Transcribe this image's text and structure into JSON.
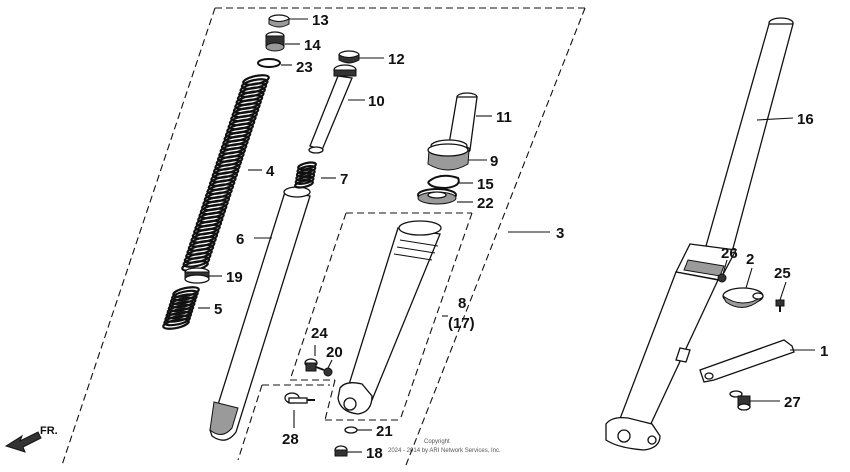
{
  "callouts": {
    "c1": "1",
    "c2": "2",
    "c3": "3",
    "c4": "4",
    "c5": "5",
    "c6": "6",
    "c7": "7",
    "c8": "8",
    "c8b": "(17)",
    "c9": "9",
    "c10": "10",
    "c11": "11",
    "c12": "12",
    "c13": "13",
    "c14": "14",
    "c15": "15",
    "c16": "16",
    "c18": "18",
    "c19": "19",
    "c20": "20",
    "c21": "21",
    "c22": "22",
    "c23": "23",
    "c24": "24",
    "c25": "25",
    "c26": "26",
    "c27": "27",
    "c28": "28"
  },
  "direction_label": "FR.",
  "copyright": {
    "line1": "Copyright",
    "line2": "2024 - 2014 by ARI Network Services, Inc."
  }
}
